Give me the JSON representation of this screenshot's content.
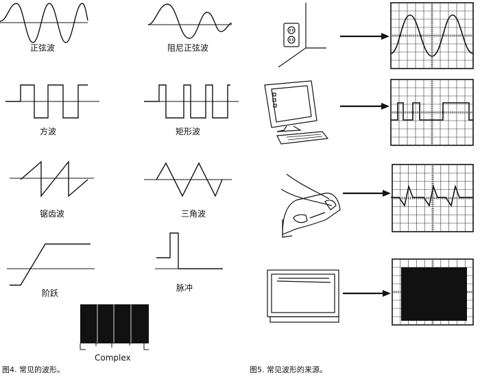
{
  "left_figure": {
    "waveforms": [
      {
        "id": "sine",
        "label": "正弦波"
      },
      {
        "id": "damped",
        "label": "阻尼正弦波"
      },
      {
        "id": "square",
        "label": "方波"
      },
      {
        "id": "rect",
        "label": "矩形波"
      },
      {
        "id": "saw",
        "label": "锯齿波"
      },
      {
        "id": "tri",
        "label": "三角波"
      },
      {
        "id": "step",
        "label": "阶跃"
      },
      {
        "id": "pulse",
        "label": "脉冲"
      },
      {
        "id": "complex",
        "label": "Complex"
      }
    ],
    "caption": "图4. 常见的波形。"
  },
  "right_figure": {
    "sources": [
      {
        "device": "wall-outlet",
        "waveform": "sine"
      },
      {
        "device": "computer",
        "waveform": "pulse-train"
      },
      {
        "device": "car",
        "waveform": "spikes"
      },
      {
        "device": "television",
        "waveform": "complex"
      }
    ],
    "caption": "图5. 常见波形的来源。"
  }
}
